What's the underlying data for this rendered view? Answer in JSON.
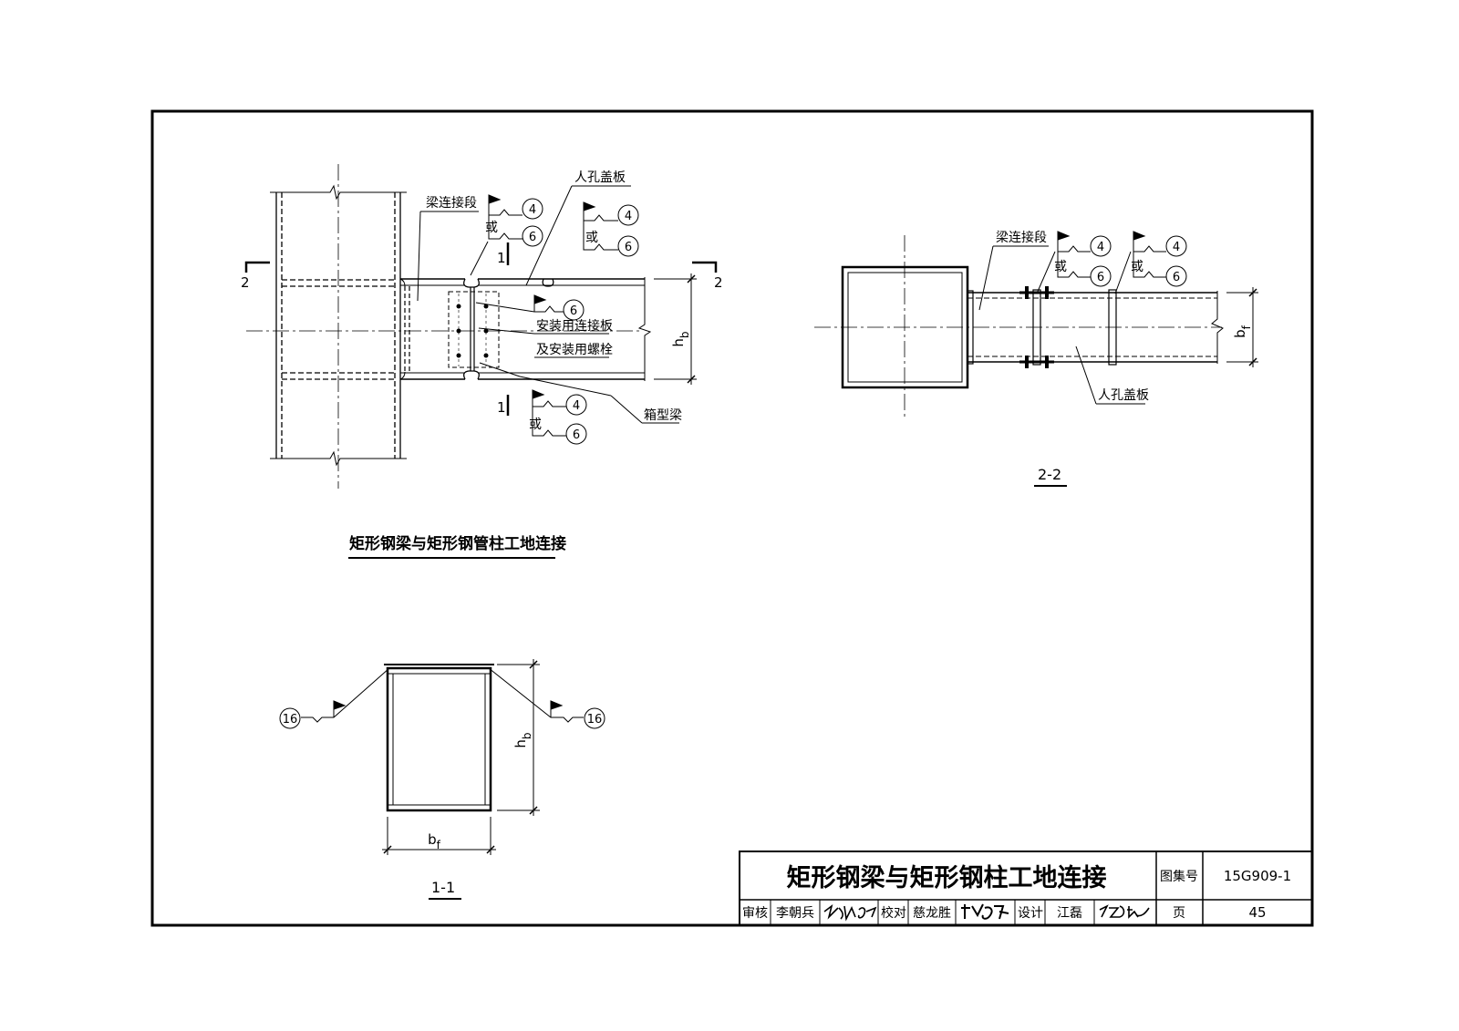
{
  "drawing": {
    "main_view": {
      "caption": "矩形钢梁与矩形钢管柱工地连接",
      "label_beam_segment": "梁连接段",
      "label_manhole_cover": "人孔盖板",
      "label_install_plate": "安装用连接板",
      "label_install_bolt": "及安装用螺栓",
      "label_box_beam": "箱型梁",
      "section_mark_2": "2",
      "section_mark_1": "1",
      "dim_hb_main": "h",
      "dim_hb_sub": "b"
    },
    "section_2_2": {
      "caption": "2-2",
      "label_beam_segment": "梁连接段",
      "label_manhole_cover": "人孔盖板",
      "dim_bf_main": "b",
      "dim_bf_sub": "f"
    },
    "section_1_1": {
      "caption": "1-1",
      "dim_hb_main": "h",
      "dim_hb_sub": "b",
      "dim_bf_main": "b",
      "dim_bf_sub": "f"
    },
    "weld_symbols": {
      "ref_4": "4",
      "ref_6": "6",
      "ref_16": "16",
      "or_text": "或"
    }
  },
  "title_block": {
    "title": "矩形钢梁与矩形钢柱工地连接",
    "atlas_label": "图集号",
    "atlas_number": "15G909-1",
    "review_label": "审核",
    "review_name": "李朝兵",
    "check_label": "校对",
    "check_name": "慈龙胜",
    "design_label": "设计",
    "design_name": "江磊",
    "page_label": "页",
    "page_number": "45"
  }
}
